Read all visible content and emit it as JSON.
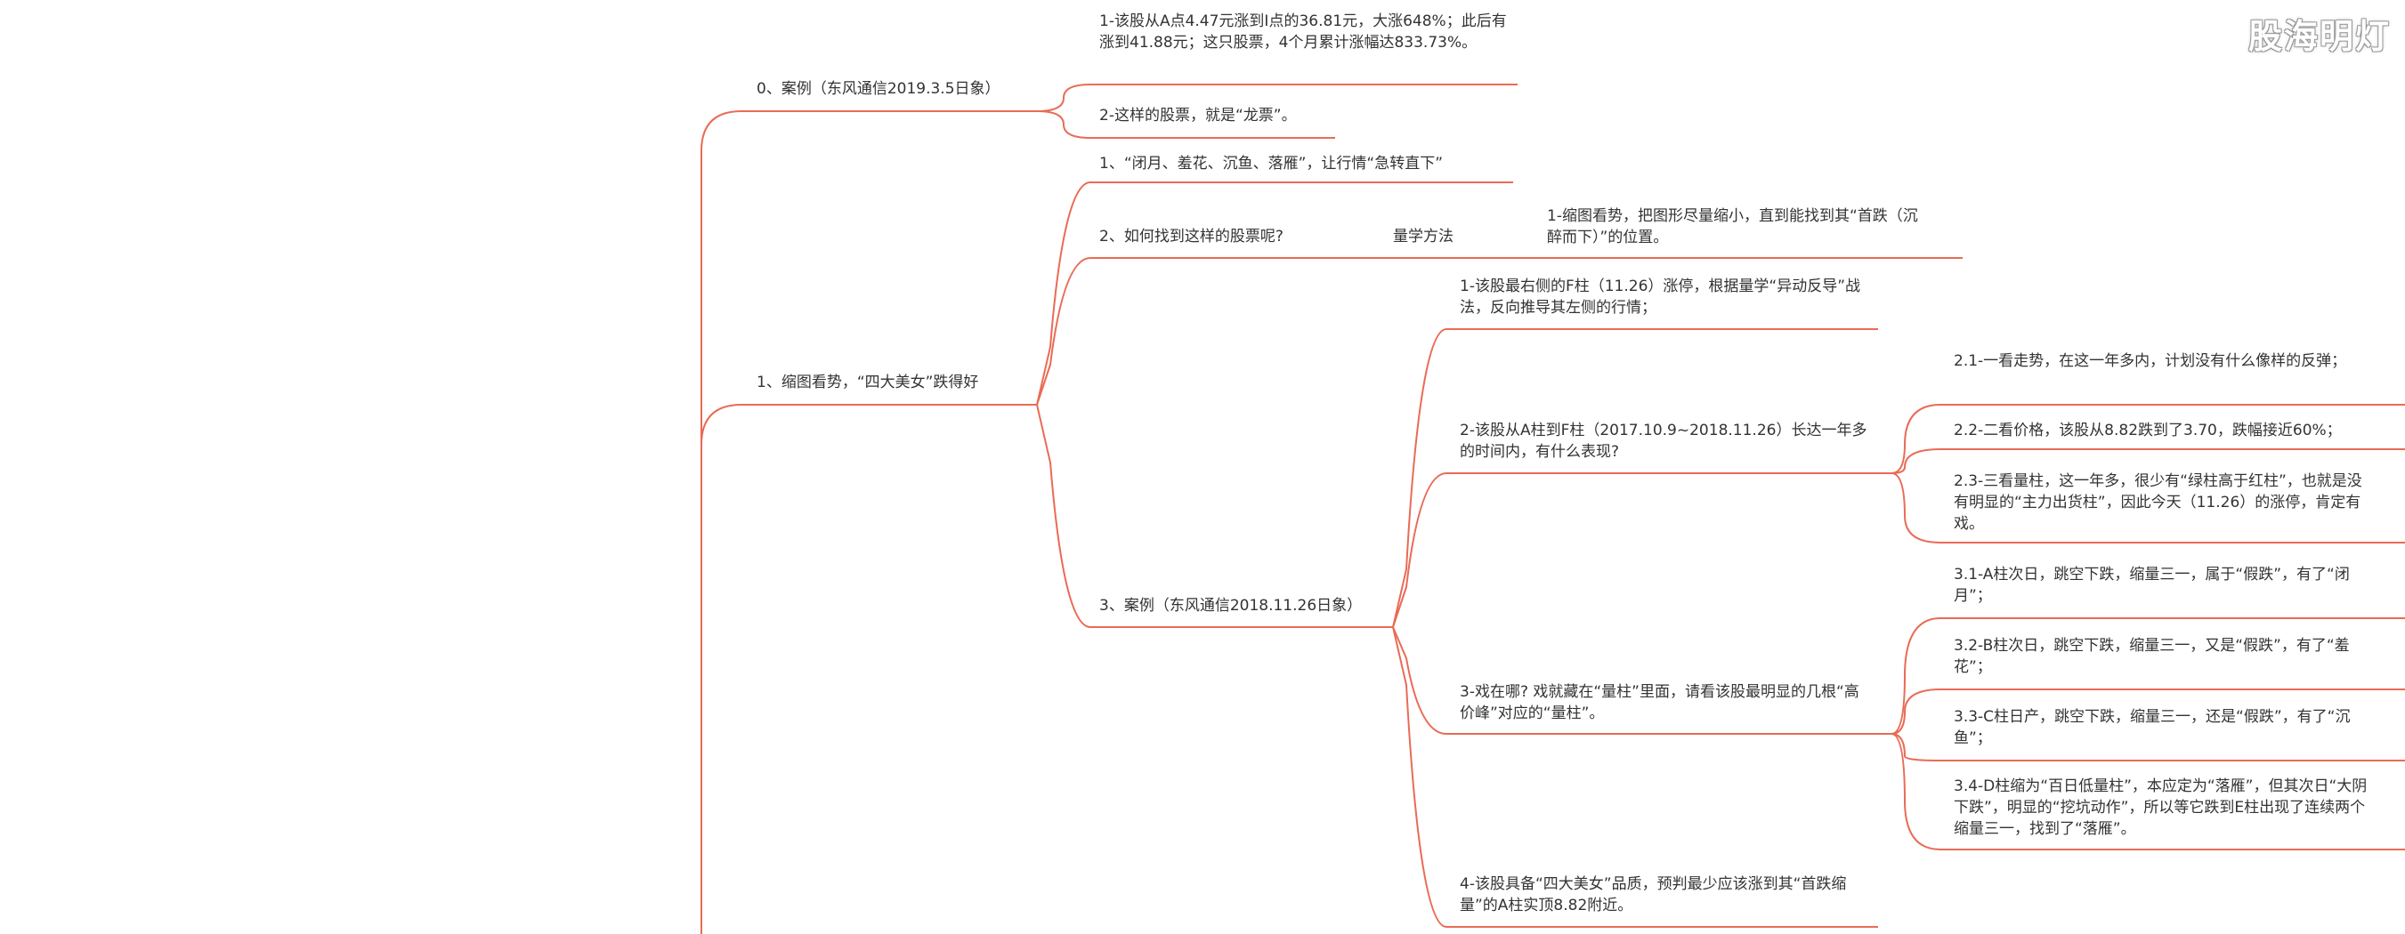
{
  "watermark": "股海明灯",
  "colors": {
    "branch": "#e96b55",
    "text": "#333333"
  },
  "nodes": {
    "case0": "0、案例（东风通信2019.3.5日象）",
    "case0_1": "1-该股从A点4.47元涨到I点的36.81元，大涨648%；此后有涨到41.88元；这只股票，4个月累计涨幅达833.73%。",
    "case0_2": "2-这样的股票，就是“龙票”。",
    "branch1": "1、缩图看势，“四大美女”跌得好",
    "b1_1": "1、“闭月、羞花、沉鱼、落雁”，让行情“急转直下”",
    "b1_2": "2、如何找到这样的股票呢?",
    "b1_2_method": "量学方法",
    "b1_2_method_1": "1-缩图看势，把图形尽量缩小，直到能找到其“首跌（沉醉而下）”的位置。",
    "b1_3": "3、案例（东风通信2018.11.26日象）",
    "b1_3_1": "1-该股最右侧的F柱（11.26）涨停，根据量学“异动反导”战法，反向推导其左侧的行情；",
    "b1_3_2": "2-该股从A柱到F柱（2017.10.9~2018.11.26）长达一年多的时间内，有什么表现?",
    "b1_3_2_1": "2.1-一看走势，在这一年多内，计划没有什么像样的反弹；",
    "b1_3_2_2": "2.2-二看价格，该股从8.82跌到了3.70，跌幅接近60%；",
    "b1_3_2_3": "2.3-三看量柱，这一年多，很少有“绿柱高于红柱”，也就是没有明显的“主力出货柱”，因此今天（11.26）的涨停，肯定有戏。",
    "b1_3_3": "3-戏在哪? 戏就藏在“量柱”里面，请看该股最明显的几根“高价峰”对应的“量柱”。",
    "b1_3_3_1": "3.1-A柱次日，跳空下跌，缩量三一，属于“假跌”，有了“闭月”；",
    "b1_3_3_2": "3.2-B柱次日，跳空下跌，缩量三一，又是“假跌”，有了“羞花”；",
    "b1_3_3_3": "3.3-C柱日产，跳空下跌，缩量三一，还是“假跌”，有了“沉鱼”；",
    "b1_3_3_4": "3.4-D柱缩为“百日低量柱”，本应定为“落雁”，但其次日“大阴下跌”，明显的“挖坑动作”，所以等它跌到E柱出现了连续两个缩量三一，找到了“落雁”。",
    "b1_3_4": "4-该股具备“四大美女”品质，预判最少应该涨到其“首跌缩量”的A柱实顶8.82附近。"
  }
}
